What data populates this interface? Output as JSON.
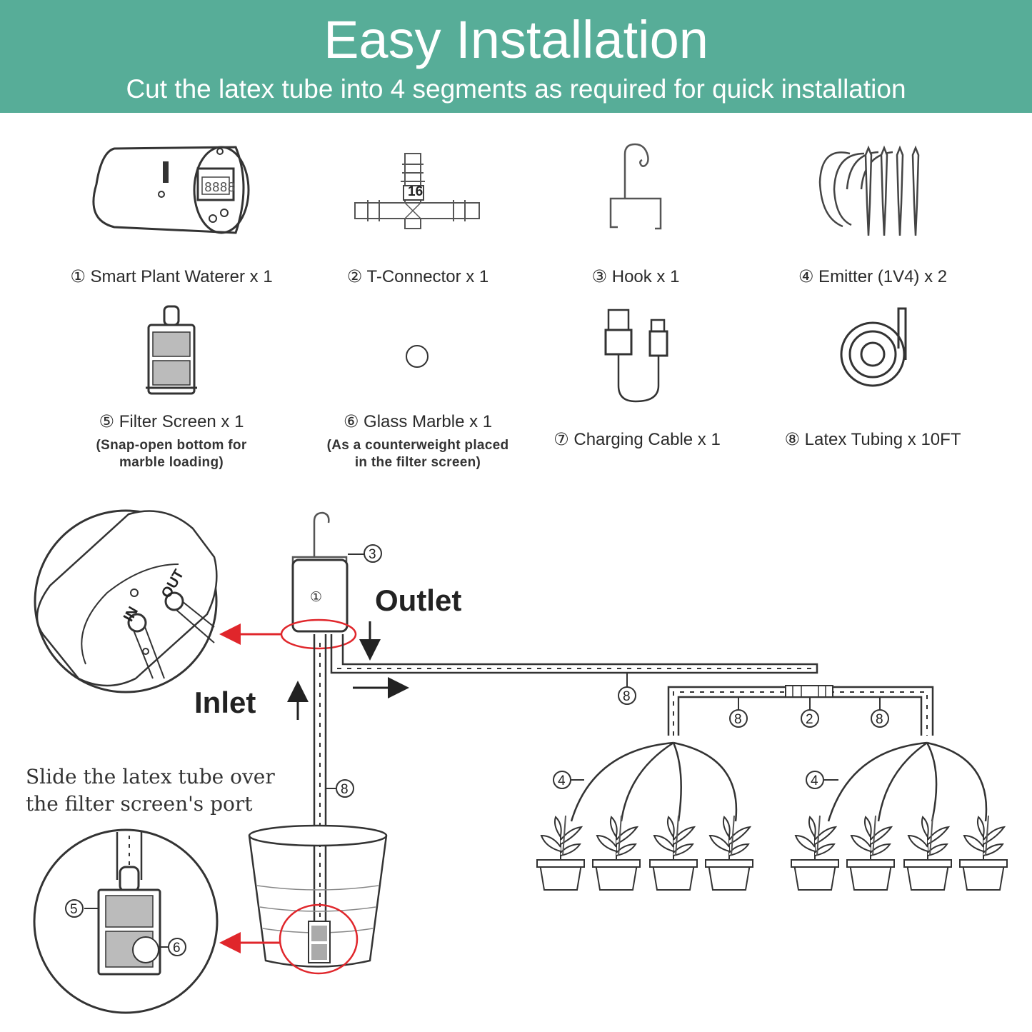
{
  "header": {
    "title": "Easy Installation",
    "subtitle": "Cut the latex tube into 4 segments as required for quick installation"
  },
  "parts": [
    {
      "label": "① Smart Plant Waterer x 1",
      "note": "",
      "icon": "waterer-icon"
    },
    {
      "label": "② T-Connector x 1",
      "note": "",
      "icon": "t-connector-icon"
    },
    {
      "label": "③ Hook x 1",
      "note": "",
      "icon": "hook-icon"
    },
    {
      "label": "④ Emitter (1V4) x 2",
      "note": "",
      "icon": "emitter-icon"
    },
    {
      "label": "⑤ Filter Screen x  1",
      "note1": "(Snap-open bottom for",
      "note2": "marble loading)",
      "icon": "filter-screen-icon"
    },
    {
      "label": "⑥ Glass Marble x 1",
      "note1": "(As a counterweight placed",
      "note2": "in the filter screen)",
      "icon": "glass-marble-icon"
    },
    {
      "label": "⑦ Charging Cable x 1",
      "note": "",
      "icon": "charging-cable-icon"
    },
    {
      "label": "⑧ Latex Tubing x 10FT",
      "note": "",
      "icon": "latex-tubing-icon"
    }
  ],
  "diagram": {
    "outlet_label": "Outlet",
    "inlet_label": "Inlet",
    "port_in": "IN",
    "port_out": "OUT",
    "caption_line1": "Slide the latex tube over",
    "caption_line2": "the filter screen's port",
    "device_number": "①",
    "t_connector_marking": "16",
    "callouts": {
      "hook": "3",
      "tube": "8",
      "tconn": "2",
      "emitter": "4",
      "filter": "5",
      "marble": "6"
    }
  },
  "colors": {
    "banner": "#57ad98",
    "highlight": "#e0262b",
    "line": "#333333"
  }
}
